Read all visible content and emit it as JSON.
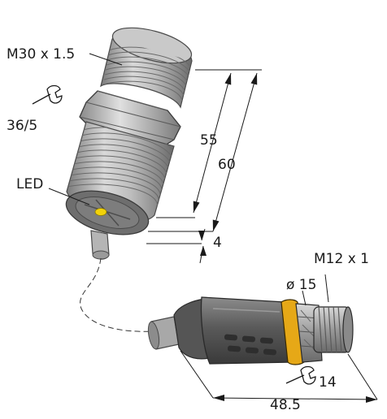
{
  "labels": {
    "sensor_thread": "M30 x 1.5",
    "sensor_wrench": "36/5",
    "led": "LED",
    "dim_55": "55",
    "dim_60": "60",
    "dim_4": "4",
    "connector_thread": "M12 x 1",
    "connector_diameter": "ø 15",
    "connector_wrench": "14",
    "connector_length": "48.5"
  },
  "icons": {
    "sensor_wrench": "wrench-icon",
    "connector_wrench": "wrench-icon"
  },
  "colors": {
    "led": "#f2d20a",
    "connector_ring": "#e6a817",
    "body_gray": "#9a9a9a",
    "dark_gray": "#555555"
  }
}
